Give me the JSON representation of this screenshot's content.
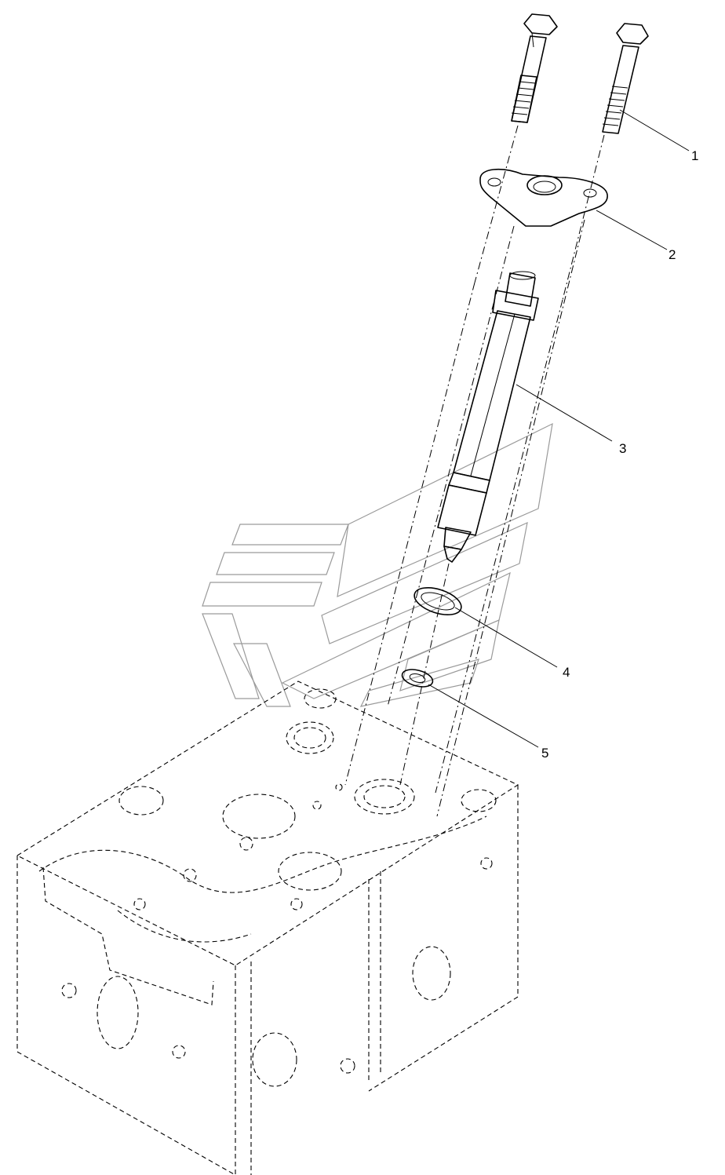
{
  "callouts": [
    {
      "id": "1",
      "label": "1"
    },
    {
      "id": "2",
      "label": "2"
    },
    {
      "id": "3",
      "label": "3"
    },
    {
      "id": "4",
      "label": "4"
    },
    {
      "id": "5",
      "label": "5"
    }
  ],
  "parts": {
    "bolt": "bolt",
    "clamp": "clamp",
    "injector": "injector",
    "seal_ring": "seal-ring",
    "washer": "washer",
    "cylinder_head": "cylinder-head"
  }
}
